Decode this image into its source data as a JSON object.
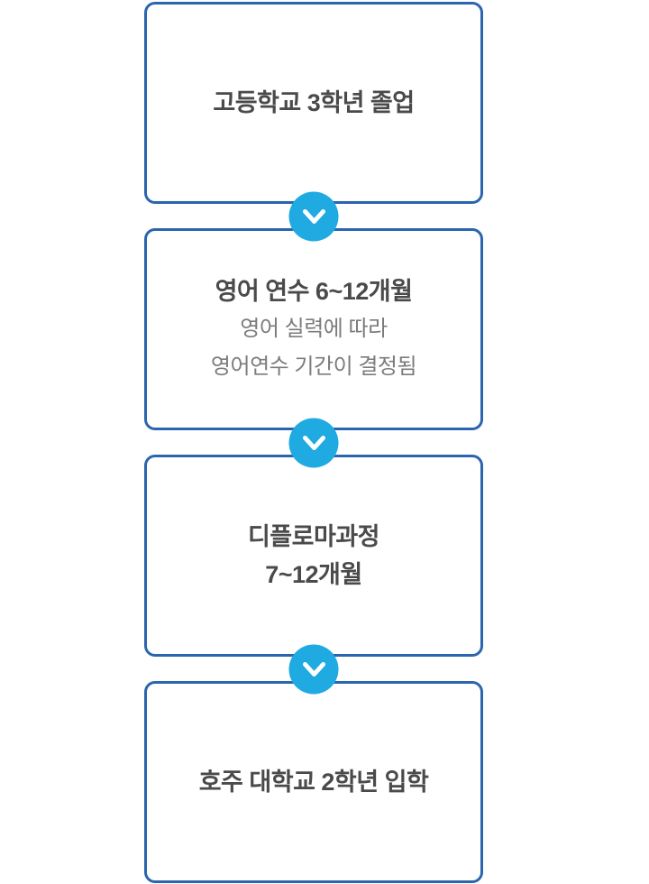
{
  "diagram": {
    "type": "vertical-process-flow",
    "colors": {
      "box_border": "#2a65ae",
      "box_background": "#ffffff",
      "arrow_circle": "#1faae2",
      "arrow_glyph": "#ffffff",
      "title_text": "#4a4a4a",
      "subtitle_text": "#7c7c7c",
      "page_background": "#ffffff"
    },
    "arrow_icon": "chevron-down-icon",
    "steps": [
      {
        "title": "고등학교 3학년 졸업",
        "subtitle": ""
      },
      {
        "title": "영어 연수 6~12개월",
        "subtitle": "영어 실력에 따라\n영어연수 기간이 결정됨"
      },
      {
        "title": "디플로마과정\n7~12개월",
        "subtitle": ""
      },
      {
        "title": "호주 대학교 2학년 입학",
        "subtitle": ""
      }
    ]
  }
}
